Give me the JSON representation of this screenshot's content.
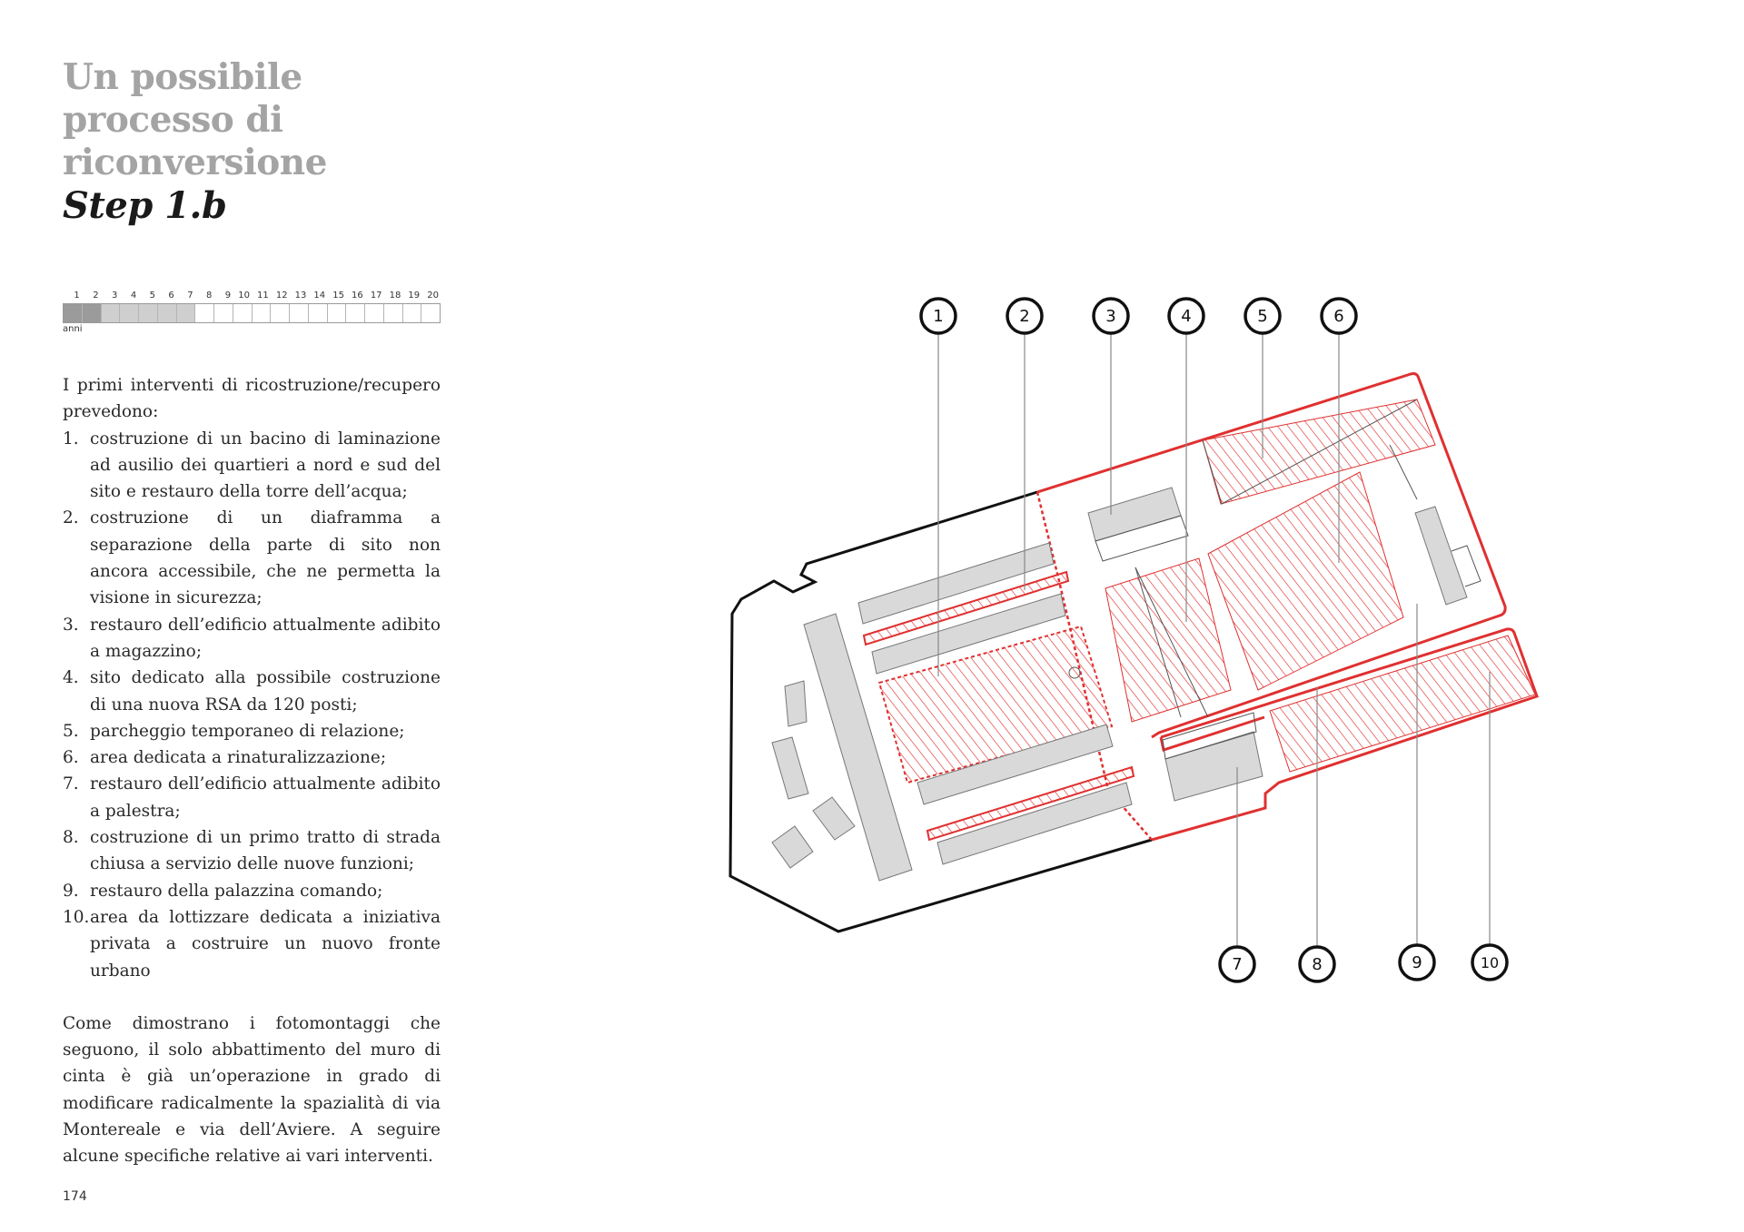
{
  "title": {
    "line1": "Un possibile",
    "line2": "processo di",
    "line3": "riconversione",
    "step": "Step 1.b"
  },
  "timeline": {
    "years": [
      "1",
      "2",
      "3",
      "4",
      "5",
      "6",
      "7",
      "8",
      "9",
      "10",
      "11",
      "12",
      "13",
      "14",
      "15",
      "16",
      "17",
      "18",
      "19",
      "20"
    ],
    "unit": "anni",
    "dark_years": 2,
    "light_years": 5,
    "dark_color": "#9b9b9b",
    "light_color": "#cfcfcf"
  },
  "intro": "I primi interventi di ricostruzione/recupero prevedono:",
  "items": [
    {
      "num": "1.",
      "text": "costruzione di un bacino di laminazione ad ausilio dei quartieri a nord e sud del sito e restauro della torre dell’acqua;"
    },
    {
      "num": "2.",
      "text": "costruzione di un diaframma a separazione della parte di sito non ancora accessibile, che ne permetta la visione in sicurezza;"
    },
    {
      "num": "3.",
      "text": "restauro dell’edificio attualmente adibito a magazzino;"
    },
    {
      "num": "4.",
      "text": "sito dedicato alla possibile costruzione di una nuova RSA da 120 posti;"
    },
    {
      "num": "5.",
      "text": "parcheggio temporaneo di relazione;"
    },
    {
      "num": "6.",
      "text": "area dedicata a rinaturalizzazione;"
    },
    {
      "num": "7.",
      "text": "restauro dell’edificio attualmente adibito a palestra;"
    },
    {
      "num": "8.",
      "text": "costruzione di un primo tratto di strada chiusa a servizio delle nuove funzioni;"
    },
    {
      "num": "9.",
      "text": "restauro della palazzina comando;"
    },
    {
      "num": "10.",
      "text": "area da lottizzare dedicata a iniziativa privata a costruire un nuovo fronte urbano"
    }
  ],
  "closing": "Come dimostrano i fotomontaggi che seguono, il solo abbattimento del muro di cinta è già un’operazione in grado di modificare radicalmente la spazialità di via Montereale e via dell’Aviere. A seguire alcune specifiche relative ai vari interventi.",
  "page_number": "174",
  "diagram": {
    "callouts_top": [
      "1",
      "2",
      "3",
      "4",
      "5",
      "6"
    ],
    "callouts_bottom": [
      "7",
      "8",
      "9",
      "10"
    ],
    "colors": {
      "accent": "#e03030",
      "building": "#d9d9d9",
      "outline": "#111111",
      "leader": "#888888"
    }
  }
}
